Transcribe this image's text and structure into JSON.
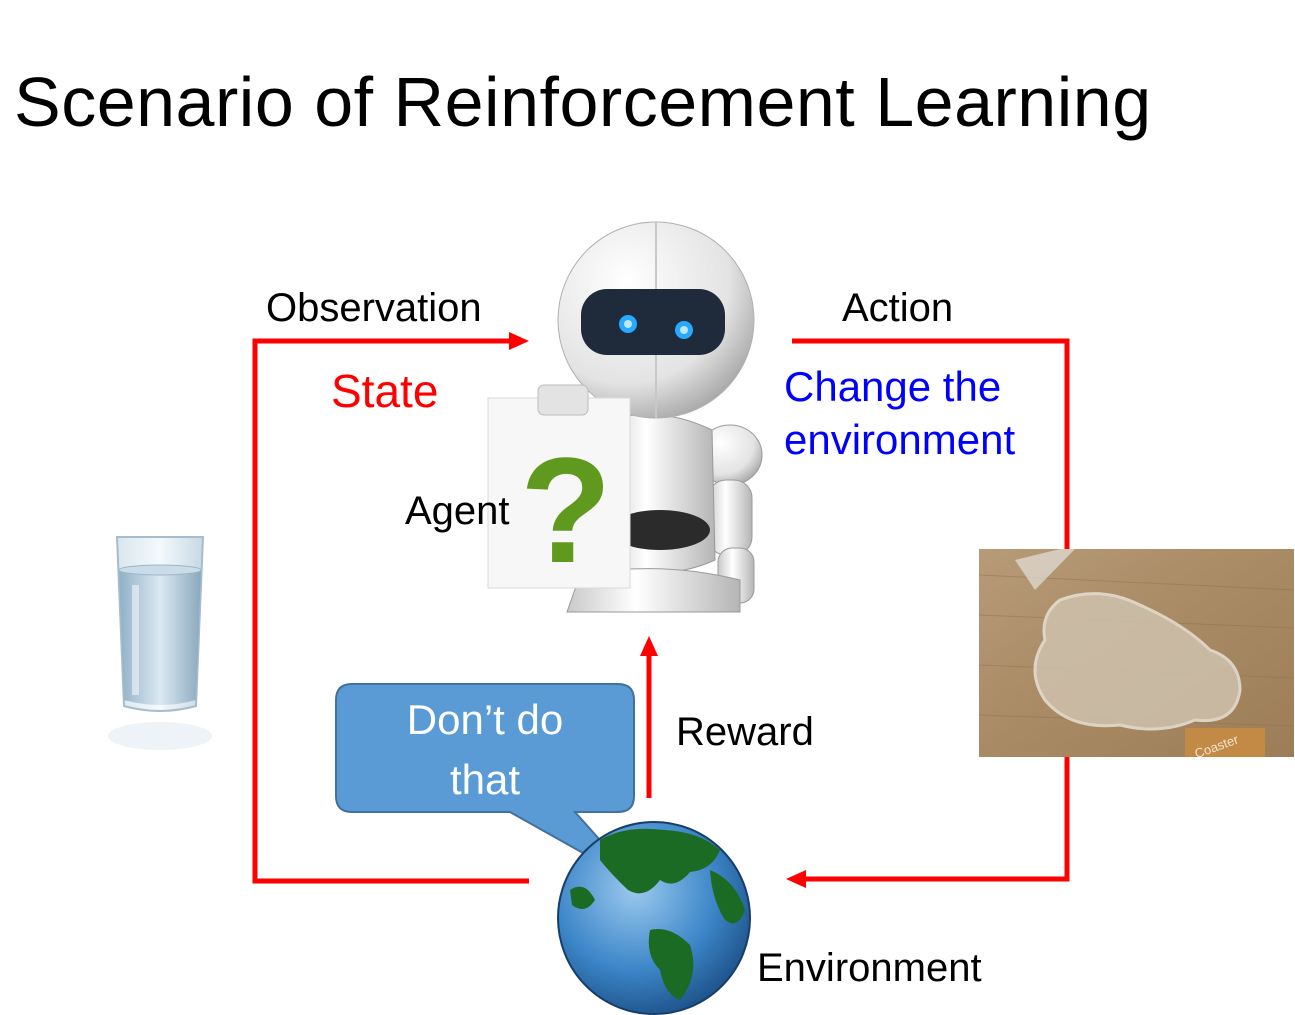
{
  "title": "Scenario of Reinforcement Learning",
  "labels": {
    "observation": "Observation",
    "state": "State",
    "action": "Action",
    "change_line1": "Change the",
    "change_line2": "environment",
    "agent": "Agent",
    "reward": "Reward",
    "environment": "Environment",
    "sign_mark": "?",
    "bubble_line1": "Don’t do",
    "bubble_line2": "that",
    "coaster_text": "Coaster"
  },
  "colors": {
    "arrow": "#ff0000",
    "state_text": "#ff0000",
    "change_text": "#0000ff",
    "bubble_fill": "#5b9bd5",
    "bubble_stroke": "#41719c",
    "question_mark": "#5f9a1e"
  },
  "images": {
    "left": "glass-of-water",
    "center": "robot-holding-sign",
    "right": "spilled-water-on-table",
    "bottom": "globe"
  }
}
